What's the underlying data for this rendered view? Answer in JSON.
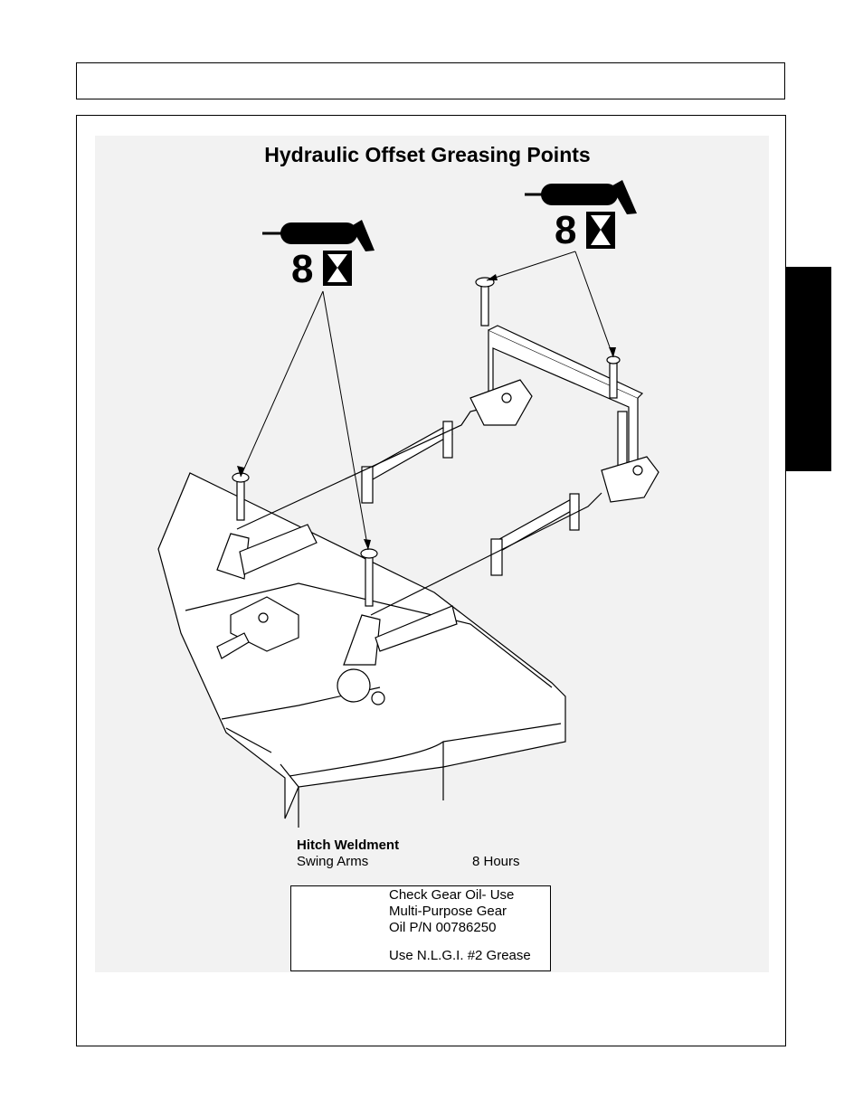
{
  "figure": {
    "title": "Hydraulic Offset Greasing Points",
    "interval_left": "8",
    "interval_right": "8"
  },
  "caption": {
    "heading": "Hitch Weldment",
    "item": "Swing Arms",
    "interval": "8 Hours"
  },
  "legend": {
    "gear_oil_line1": "Check Gear Oil- Use",
    "gear_oil_line2": "Multi-Purpose Gear",
    "gear_oil_line3": "Oil P/N 00786250",
    "grease": "Use N.L.G.I. #2 Grease"
  },
  "icons": [
    "grease-gun-icon",
    "hourglass-icon",
    "check-box-icon"
  ]
}
